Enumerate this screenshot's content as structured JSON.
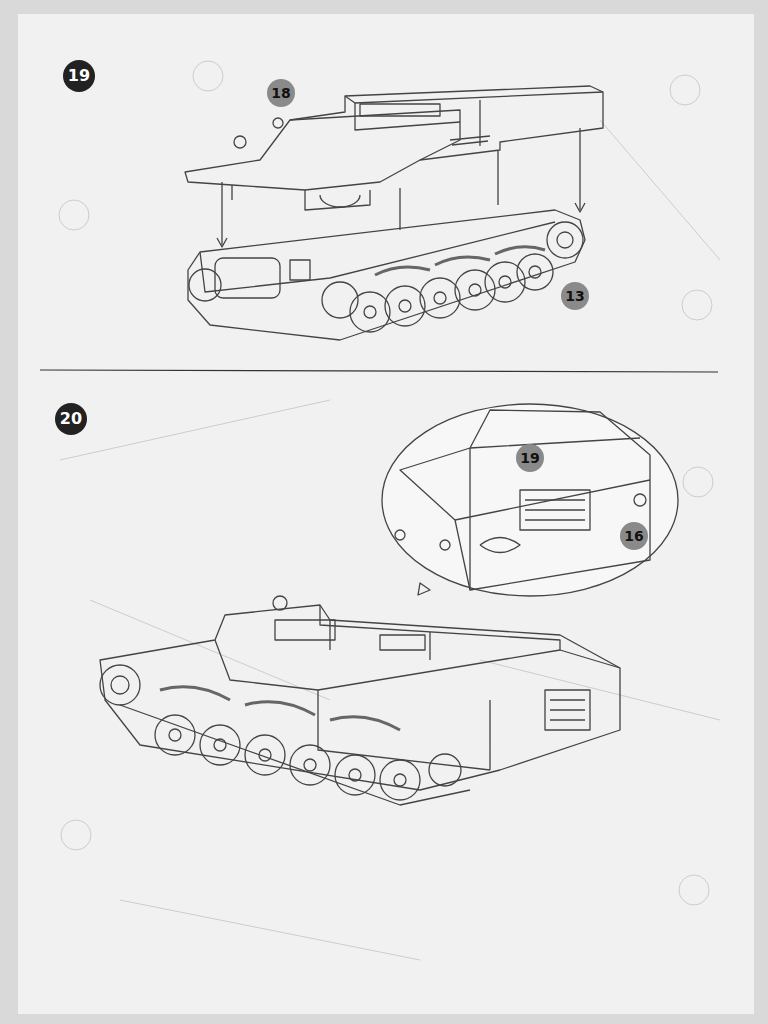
{
  "diagram": {
    "nodes": [
      {
        "text": [
          "19"
        ]
      },
      {
        "text": [
          "18"
        ]
      },
      {
        "text": [
          "13"
        ]
      },
      {
        "text": [
          "20"
        ]
      },
      {
        "text": [
          "19"
        ]
      },
      {
        "text": [
          "16"
        ]
      }
    ]
  }
}
